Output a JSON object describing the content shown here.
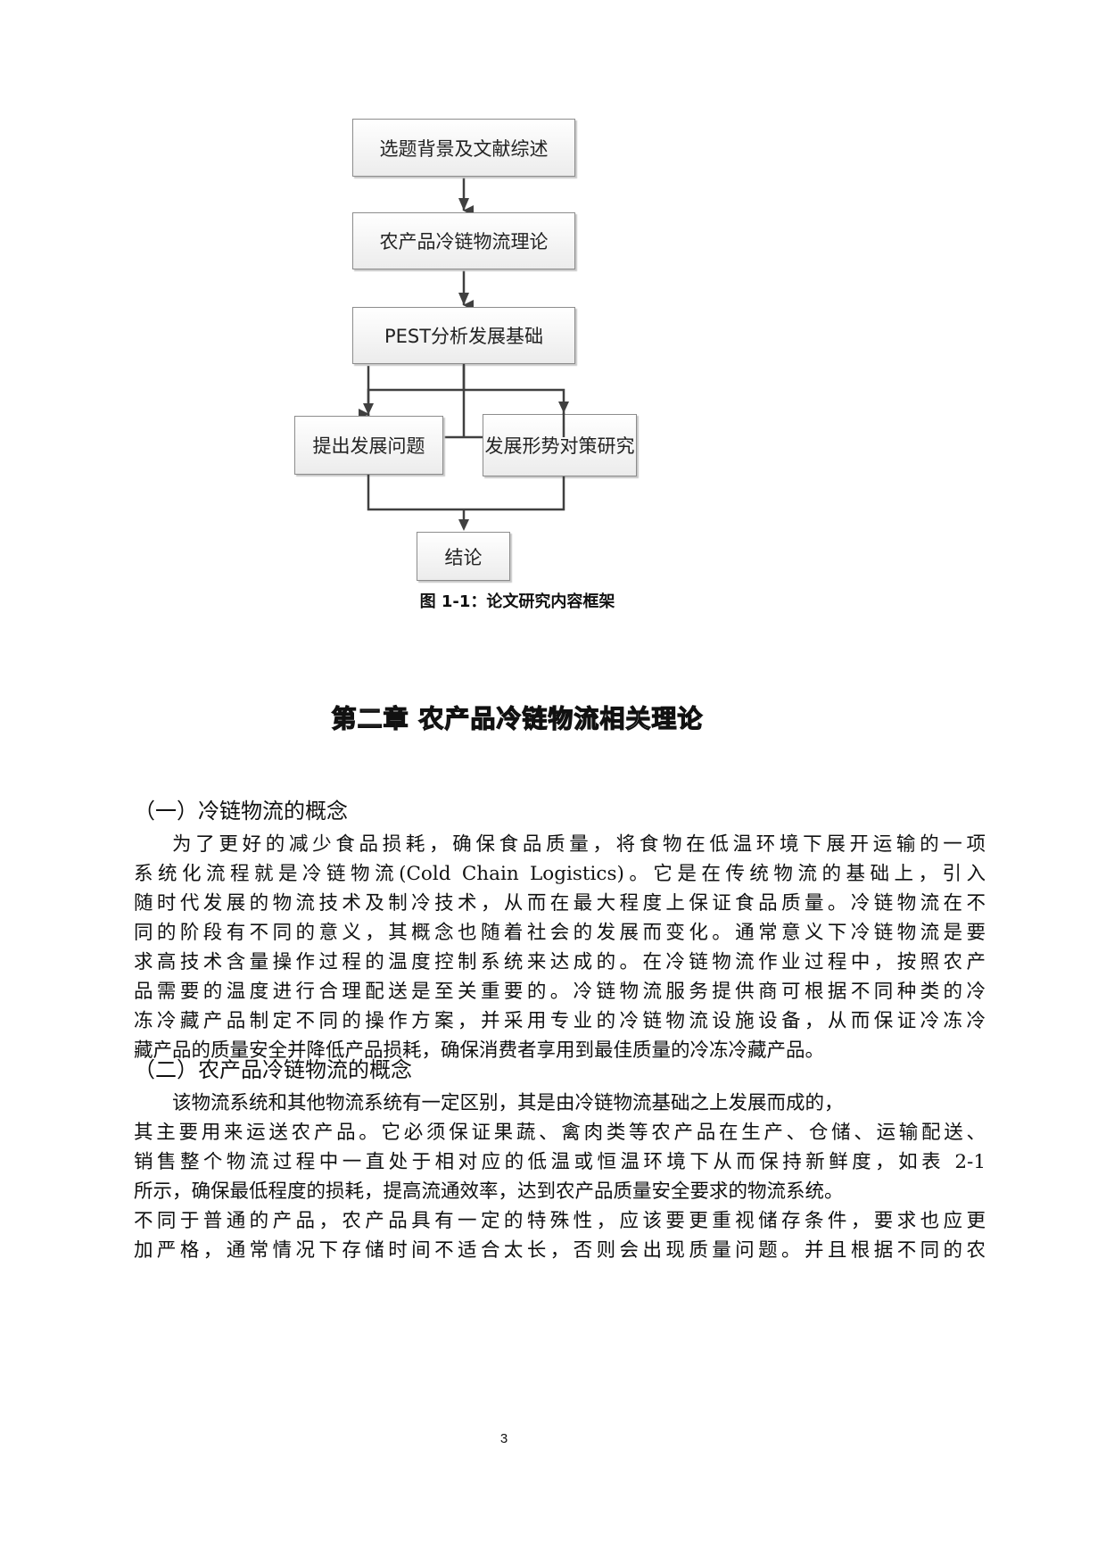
{
  "figure": {
    "boxes": [
      {
        "id": "background",
        "label": "选题背景及文献综述"
      },
      {
        "id": "theory",
        "label": "农产品冷链物流理论"
      },
      {
        "id": "pest",
        "label": "PEST分析发展基础"
      },
      {
        "id": "problems",
        "label": "提出发展问题"
      },
      {
        "id": "countermeasures",
        "label": "发展形势对策研究"
      },
      {
        "id": "conclusion",
        "label": "结论"
      }
    ],
    "caption": "图 1-1：论文研究内容框架"
  },
  "chapter": {
    "title": "第二章  农产品冷链物流相关理论"
  },
  "sections": [
    {
      "heading": "（一）冷链物流的概念",
      "lines": [
        "为了更好的减少食品损耗，确保食品质量，将食物在低温环境下展开运输的一项",
        "系统化流程就是冷链物流(Cold Chain Logistics)。它是在传统物流的基础上，引入",
        "随时代发展的物流技术及制冷技术，从而在最大程度上保证食品质量。冷链物流在不",
        "同的阶段有不同的意义，其概念也随着社会的发展而变化。通常意义下冷链物流是要",
        "求高技术含量操作过程的温度控制系统来达成的。在冷链物流作业过程中，按照农产",
        "品需要的温度进行合理配送是至关重要的。冷链物流服务提供商可根据不同种类的冷",
        "冻冷藏产品制定不同的操作方案，并采用专业的冷链物流设施设备，从而保证冷冻冷",
        "藏产品的质量安全并降低产品损耗，确保消费者享用到最佳质量的冷冻冷藏产品。"
      ]
    },
    {
      "heading": "（二）农产品冷链物流的概念",
      "lines": [
        "该物流系统和其他物流系统有一定区别，其是由冷链物流基础之上发展而成的，",
        "其主要用来运送农产品。它必须保证果蔬、禽肉类等农产品在生产、仓储、运输配送、",
        "销售整个物流过程中一直处于相对应的低温或恒温环境下从而保持新鲜度，如表 2-1",
        "所示，确保最低程度的损耗，提高流通效率，达到农产品质量安全要求的物流系统。",
        "不同于普通的产品，农产品具有一定的特殊性，应该要更重视储存条件，要求也应更",
        "加严格，通常情况下存储时间不适合太长，否则会出现质量问题。并且根据不同的农"
      ]
    }
  ],
  "page_number": "3"
}
